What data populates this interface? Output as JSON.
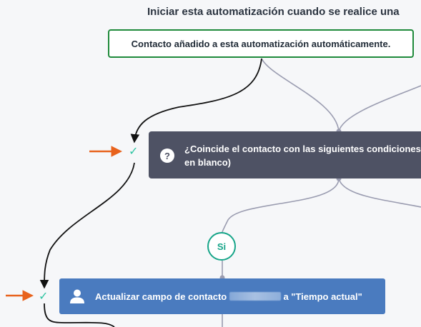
{
  "header": {
    "title": "Iniciar esta automatización cuando se realice una"
  },
  "trigger": {
    "label": "Contacto añadido a esta automatización automáticamente."
  },
  "condition": {
    "icon": "question-icon",
    "icon_glyph": "?",
    "line1": "¿Coincide el contacto con las siguientes condiciones",
    "line2": "en blanco)"
  },
  "branch": {
    "yes_label": "Si"
  },
  "action": {
    "icon": "person-icon",
    "label_before": "Actualizar campo de contacto",
    "label_after": "a \"Tiempo actual\""
  },
  "checkmarks": {
    "glyph": "✓"
  },
  "colors": {
    "trigger_border": "#1f8a3b",
    "condition_bg": "#4e5264",
    "action_bg": "#4a7bbf",
    "branch_accent": "#17a589",
    "check": "#2ec4a2",
    "arrow_annotation": "#e8621c",
    "connector": "#9a9cb0"
  }
}
